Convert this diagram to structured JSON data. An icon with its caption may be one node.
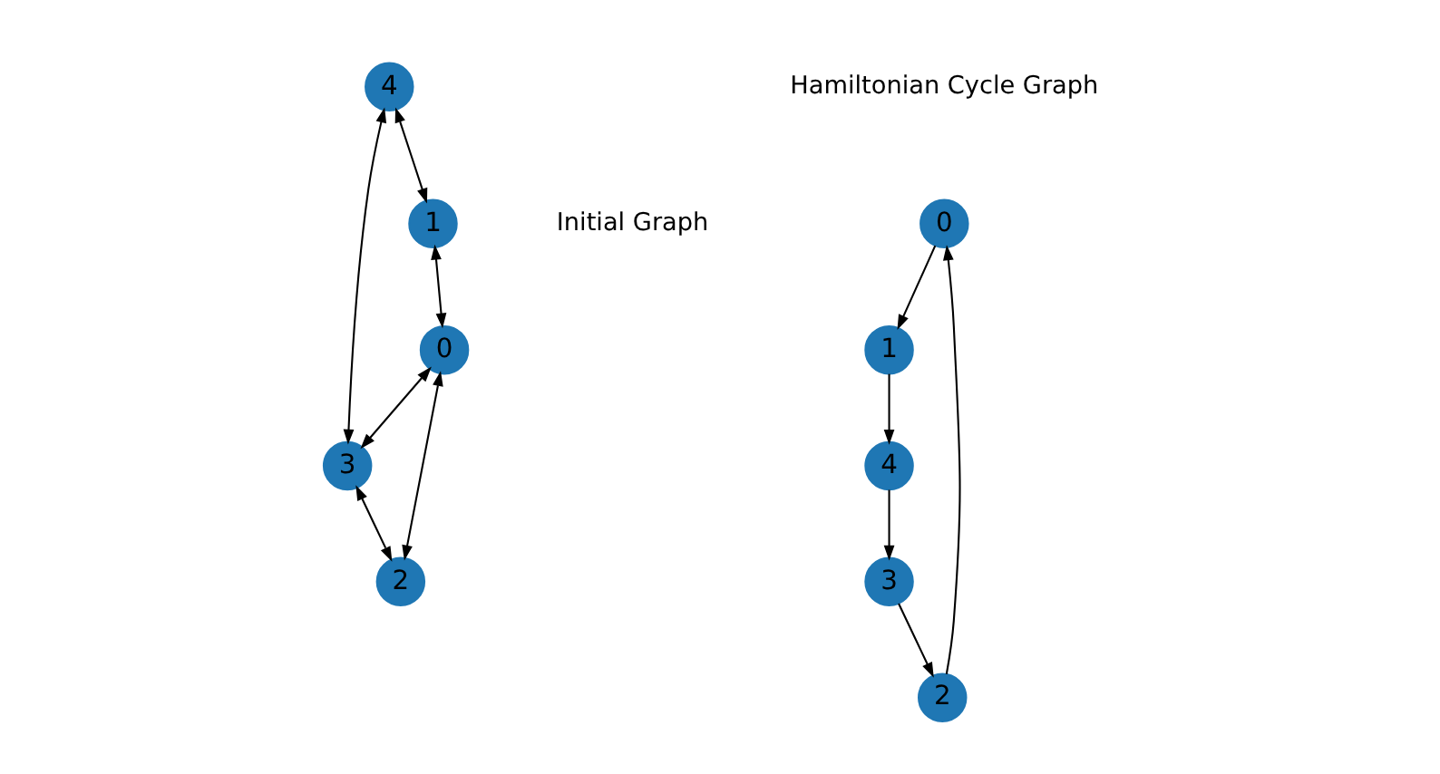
{
  "diagram": {
    "nodes": [
      {
        "text": [
          "0"
        ]
      },
      {
        "text": [
          "1"
        ]
      },
      {
        "text": [
          "2"
        ]
      },
      {
        "text": [
          "3"
        ]
      },
      {
        "text": [
          "4"
        ]
      },
      {
        "text": [
          "0"
        ]
      },
      {
        "text": [
          "1"
        ]
      },
      {
        "text": [
          "2"
        ]
      },
      {
        "text": [
          "3"
        ]
      },
      {
        "text": [
          "4"
        ]
      }
    ],
    "edges": [
      {
        "from": 4,
        "to": 1,
        "arrow": "both"
      },
      {
        "from": 4,
        "to": 3,
        "arrow": "both"
      },
      {
        "from": 1,
        "to": 0,
        "arrow": "both"
      },
      {
        "from": 0,
        "to": 3,
        "arrow": "both"
      },
      {
        "from": 0,
        "to": 2,
        "arrow": "both"
      },
      {
        "from": 3,
        "to": 2,
        "arrow": "both"
      },
      {
        "from": 6,
        "to": 9,
        "arrow": "to"
      },
      {
        "from": 9,
        "to": 8,
        "arrow": "to"
      },
      {
        "from": 8,
        "to": 7,
        "arrow": "to"
      },
      {
        "from": 7,
        "to": 5,
        "arrow": "to"
      },
      {
        "from": 5,
        "to": 6,
        "arrow": "to"
      }
    ],
    "labels": [
      "Initial Graph",
      "Hamiltonian Cycle Graph"
    ]
  }
}
